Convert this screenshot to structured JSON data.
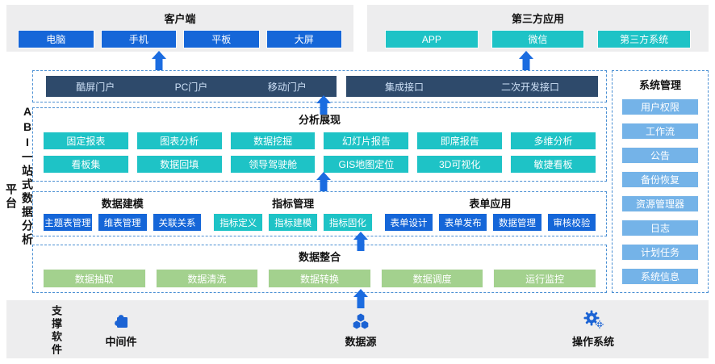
{
  "client": {
    "title": "客户端",
    "items": [
      "电脑",
      "手机",
      "平板",
      "大屏"
    ]
  },
  "third_party": {
    "title": "第三方应用",
    "items": [
      "APP",
      "微信",
      "第三方系统"
    ]
  },
  "platform_title": {
    "line1": "ABI一站式数据分析",
    "line2": "平台",
    "full": "ABI一站式数据分析平台"
  },
  "portal": {
    "bar1": [
      "酷屏门户",
      "PC门户",
      "移动门户"
    ],
    "bar2": [
      "集成接口",
      "二次开发接口"
    ]
  },
  "analysis": {
    "title": "分析展现",
    "row1": [
      "固定报表",
      "图表分析",
      "数据挖掘",
      "幻灯片报告",
      "即席报告",
      "多维分析"
    ],
    "row2": [
      "看板集",
      "数据回填",
      "领导驾驶舱",
      "GIS地图定位",
      "3D可视化",
      "敏捷看板"
    ]
  },
  "modeling": {
    "title": "数据建模",
    "items": [
      "主题表管理",
      "维表管理",
      "关联关系"
    ]
  },
  "metrics": {
    "title": "指标管理",
    "items": [
      "指标定义",
      "指标建模",
      "指标固化"
    ]
  },
  "forms": {
    "title": "表单应用",
    "items": [
      "表单设计",
      "表单发布",
      "数据管理",
      "审核校验"
    ]
  },
  "integration": {
    "title": "数据整合",
    "items": [
      "数据抽取",
      "数据清洗",
      "数据转换",
      "数据调度",
      "运行监控"
    ]
  },
  "system": {
    "title": "系统管理",
    "items": [
      "用户权限",
      "工作流",
      "公告",
      "备份恢复",
      "资源管理器",
      "日志",
      "计划任务",
      "系统信息"
    ]
  },
  "support": {
    "title": "支撑软件",
    "items": [
      {
        "label": "中间件",
        "icon": "puzzle-icon"
      },
      {
        "label": "数据源",
        "icon": "data-cluster-icon"
      },
      {
        "label": "操作系统",
        "icon": "gears-icon"
      }
    ]
  },
  "colors": {
    "blue": "#1566d8",
    "teal": "#1ec3c6",
    "light_blue": "#74b3e8",
    "green": "#a3d18e",
    "navy_bar": "#2e4a6b",
    "navy_text": "#cfe2f8",
    "dashed_border": "#4a8fd3",
    "arrow": "#1b6ce0",
    "panel_bg": "#ededee"
  }
}
